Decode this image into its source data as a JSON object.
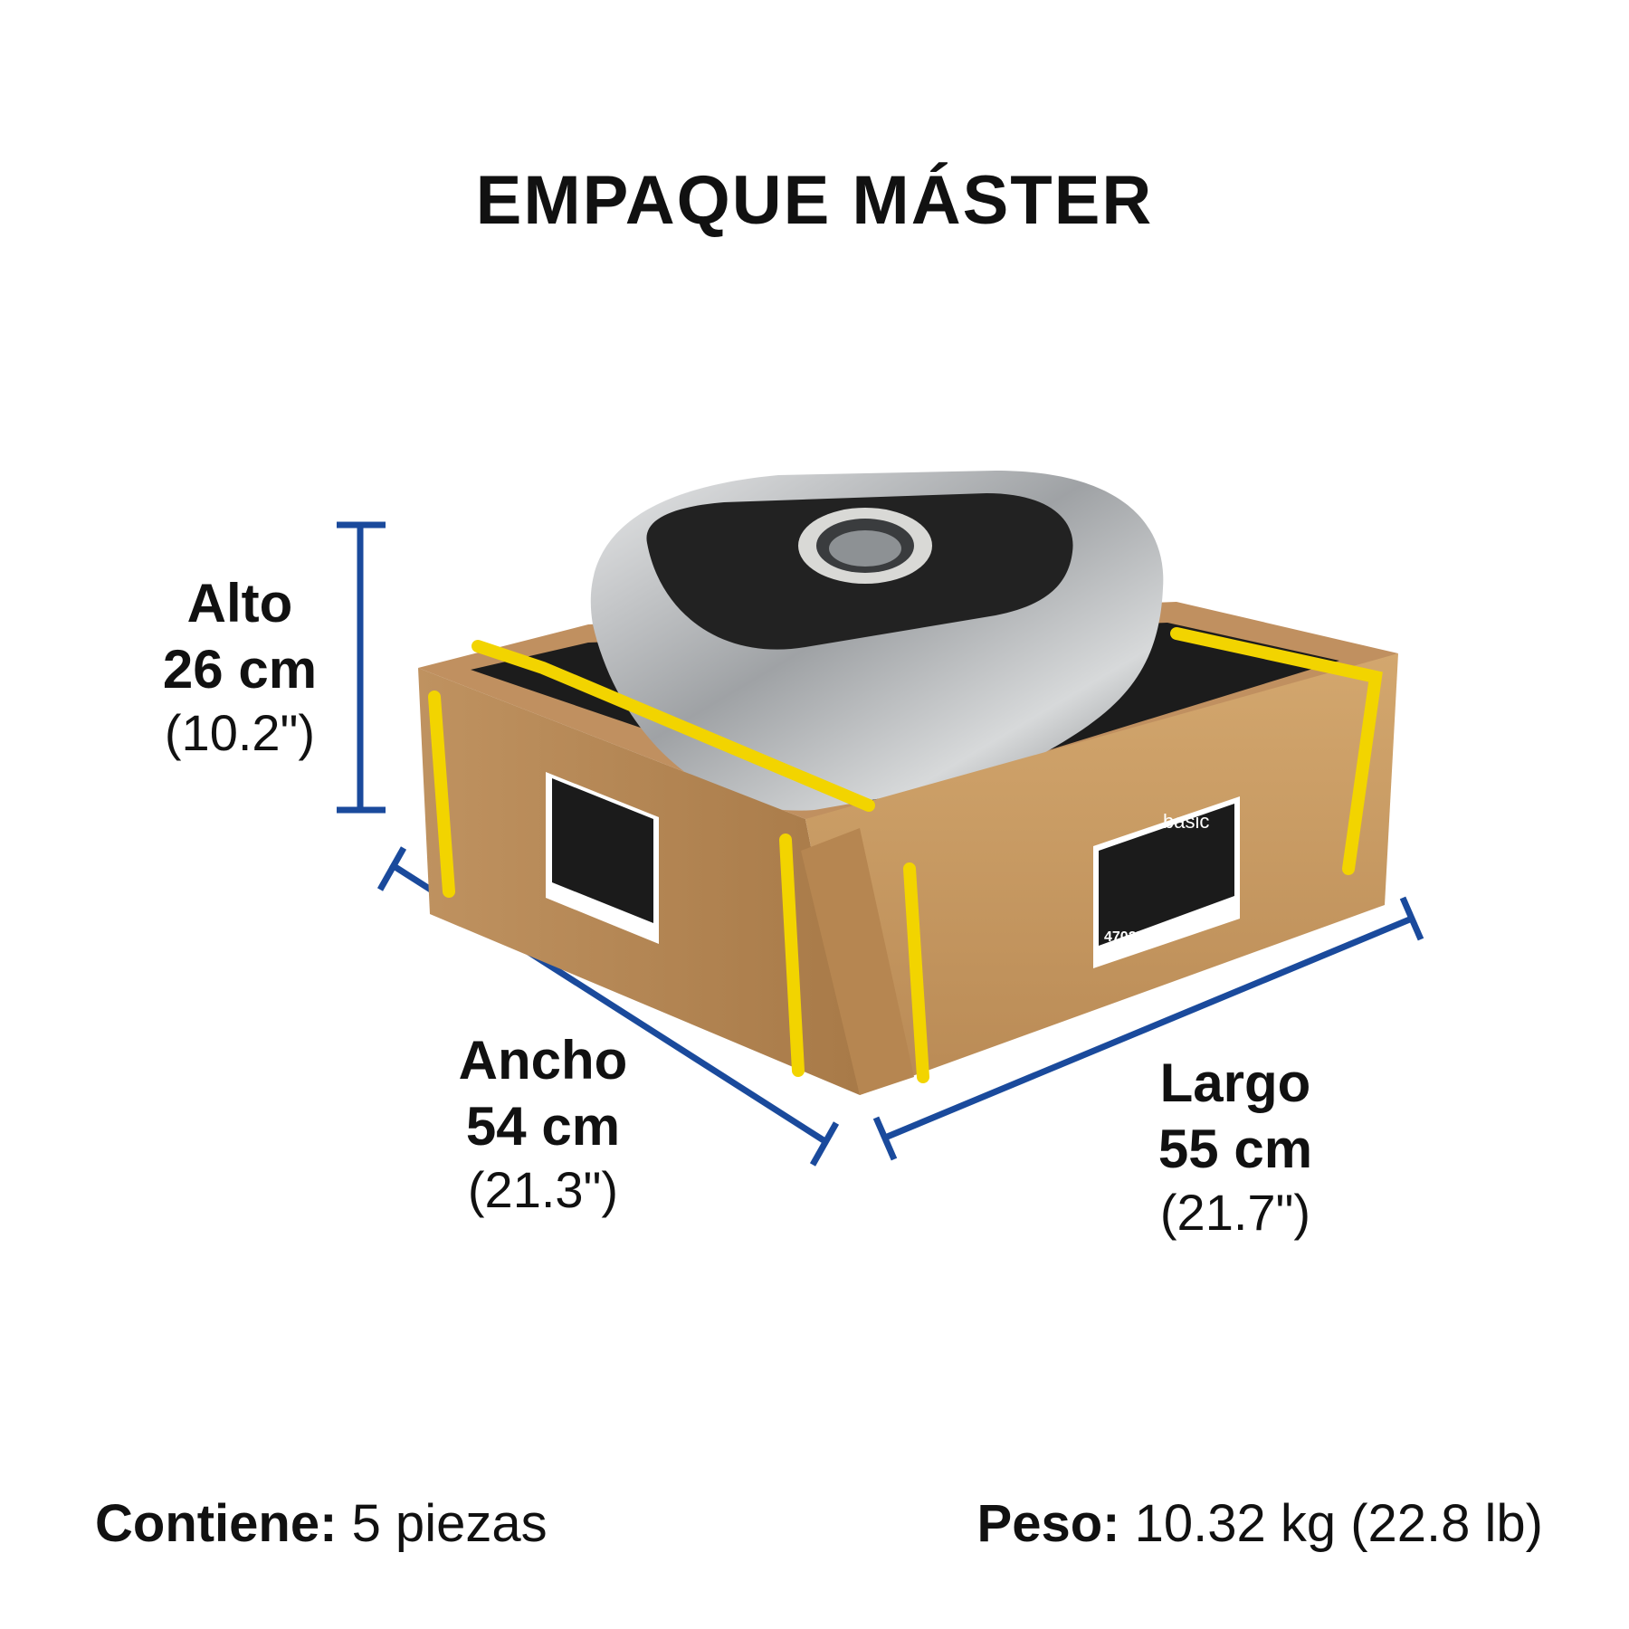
{
  "title": "EMPAQUE MÁSTER",
  "dimensions": {
    "alto": {
      "label": "Alto",
      "metric": "26 cm",
      "imperial": "(10.2\")"
    },
    "ancho": {
      "label": "Ancho",
      "metric": "54 cm",
      "imperial": "(21.3\")"
    },
    "largo": {
      "label": "Largo",
      "metric": "55 cm",
      "imperial": "(21.7\")"
    }
  },
  "footer": {
    "contiene_label": "Contiene:",
    "contiene_value": "5 piezas",
    "peso_label": "Peso:",
    "peso_value": "10.32 kg (22.8 lb)"
  },
  "box_label": {
    "brand": "basic",
    "product_code": "47025"
  },
  "colors": {
    "dimension_line": "#1a4a9c",
    "cardboard": "#c79a62",
    "strap": "#f2d400",
    "steel": "#b7b9bb",
    "pad": "#1e1e1e"
  }
}
